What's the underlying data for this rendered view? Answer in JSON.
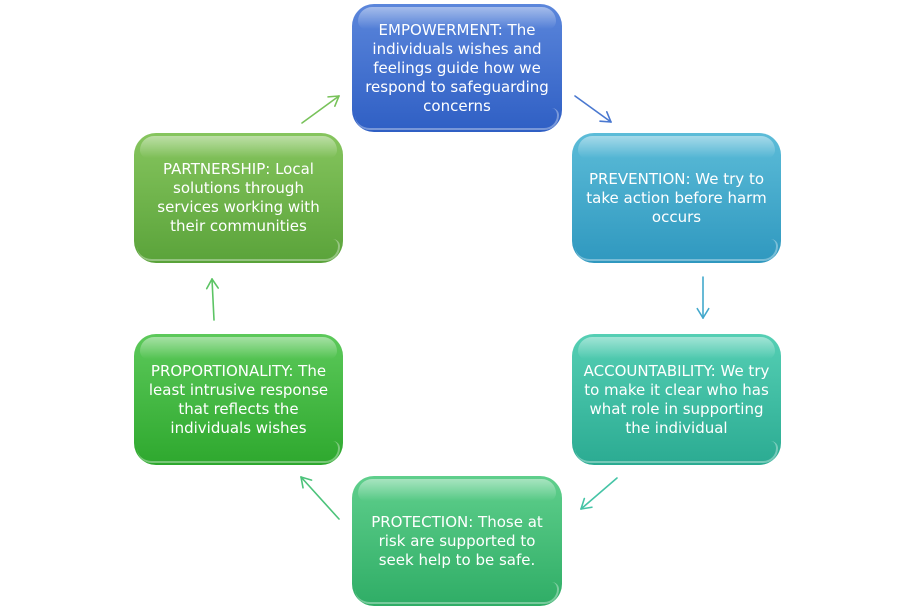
{
  "diagram": {
    "title": "Safeguarding principles cycle",
    "boxes": [
      {
        "id": "empowerment",
        "label": "EMPOWERMENT: The individuals wishes and feelings guide how we respond to safeguarding concerns",
        "color_top": "#5b86db",
        "color_bottom": "#2f5fc4"
      },
      {
        "id": "prevention",
        "label": "PREVENTION: We try to take action before harm occurs",
        "color_top": "#5cbcd8",
        "color_bottom": "#2f98bf"
      },
      {
        "id": "accountability",
        "label": "ACCOUNTABILITY: We try to make it clear who has what role in supporting the individual",
        "color_top": "#55cfb4",
        "color_bottom": "#2bab92"
      },
      {
        "id": "protection",
        "label": "PROTECTION: Those at risk are supported to seek help to be safe.",
        "color_top": "#5fcf8c",
        "color_bottom": "#2fad66"
      },
      {
        "id": "proportionality",
        "label": "PROPORTIONALITY: The least intrusive response that reflects the individuals wishes",
        "color_top": "#5cc95a",
        "color_bottom": "#2ea82e"
      },
      {
        "id": "partnership",
        "label": "PARTNERSHIP: Local solutions through services working with their communities",
        "color_top": "#86c55e",
        "color_bottom": "#5aa33a"
      }
    ],
    "arrows": [
      {
        "from": "empowerment",
        "to": "prevention",
        "color": "#4a78d0"
      },
      {
        "from": "prevention",
        "to": "accountability",
        "color": "#42a8cc"
      },
      {
        "from": "accountability",
        "to": "protection",
        "color": "#45c4a6"
      },
      {
        "from": "protection",
        "to": "proportionality",
        "color": "#4cc37a"
      },
      {
        "from": "proportionality",
        "to": "partnership",
        "color": "#5cc464"
      },
      {
        "from": "partnership",
        "to": "empowerment",
        "color": "#78c25a"
      }
    ]
  }
}
